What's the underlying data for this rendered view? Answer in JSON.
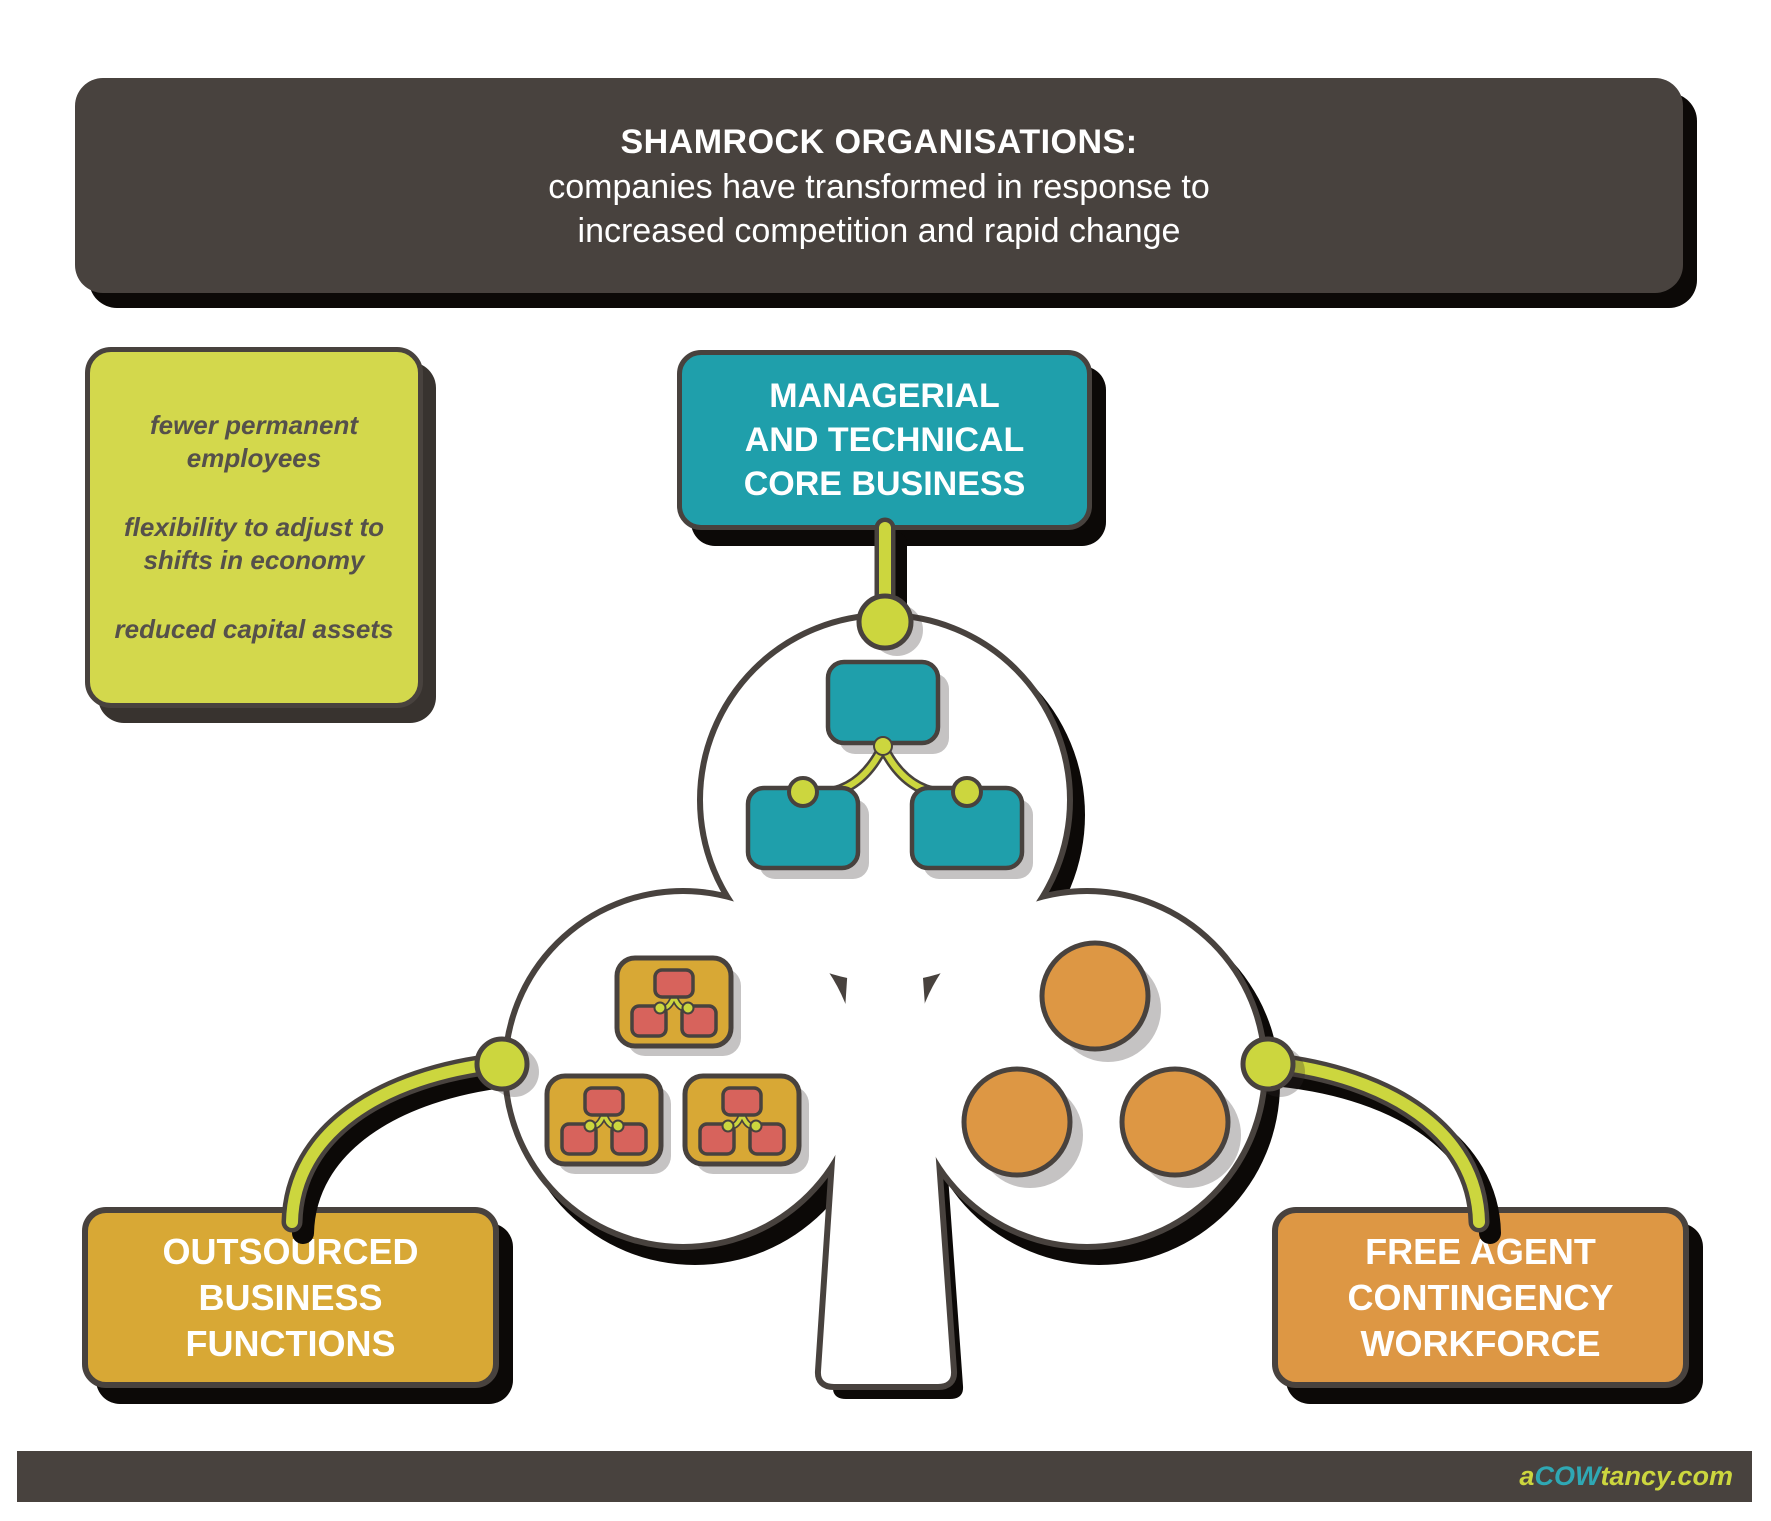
{
  "colors": {
    "dark": "#48423e",
    "shadow_black": "#0c0907",
    "chartreuse": "#ccd63e",
    "chartreuse_box": "#d3d84c",
    "teal": "#1f9fab",
    "teal_light": "#2fa8b4",
    "gold": "#d8a835",
    "orange": "#dd9744",
    "red": "#d7635c",
    "text_dark": "#55504b"
  },
  "header": {
    "title": "SHAMROCK ORGANISATIONS:",
    "subtitle_line1": "companies have transformed in response to",
    "subtitle_line2": "increased competition and rapid change"
  },
  "benefits_box": {
    "item1": "fewer permanent employees",
    "item2": "flexibility to adjust to shifts in economy",
    "item3": "reduced capital assets"
  },
  "core_box": {
    "line1": "MANAGERIAL",
    "line2": "AND TECHNICAL",
    "line3": "CORE BUSINESS"
  },
  "outsourced_box": {
    "line1": "OUTSOURCED",
    "line2": "BUSINESS",
    "line3": "FUNCTIONS"
  },
  "free_agent_box": {
    "line1": "FREE AGENT",
    "line2": "CONTINGENCY",
    "line3": "WORKFORCE"
  },
  "footer": {
    "logo_prefix": "a",
    "logo_highlight": "COW",
    "logo_suffix": "tancy.com"
  }
}
